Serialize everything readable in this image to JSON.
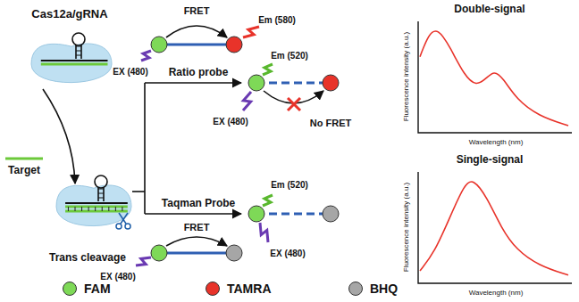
{
  "diagram": {
    "labels": [
      "Cas12a/gRNA",
      "FRET",
      "EX (480)",
      "Em (580)",
      "Ratio probe",
      "Em (520)",
      "EX (480)",
      "No FRET",
      "Target",
      "Trans cleavage",
      "Taqman Probe",
      "FRET",
      "Em (520)",
      "EX (480)",
      "EX (480)",
      "Double-signal",
      "Fluorescence intensity (a.u.)",
      "Wavelength (nm)",
      "Single-signal",
      "Fluorescence intensity (a.u.)",
      "Wavelength (nm)"
    ],
    "legend": [
      {
        "text": "FAM",
        "color": "#7ed957"
      },
      {
        "text": "TAMRA",
        "color": "#e8332a"
      },
      {
        "text": "BHQ",
        "color": "#a6a6a6"
      }
    ]
  }
}
